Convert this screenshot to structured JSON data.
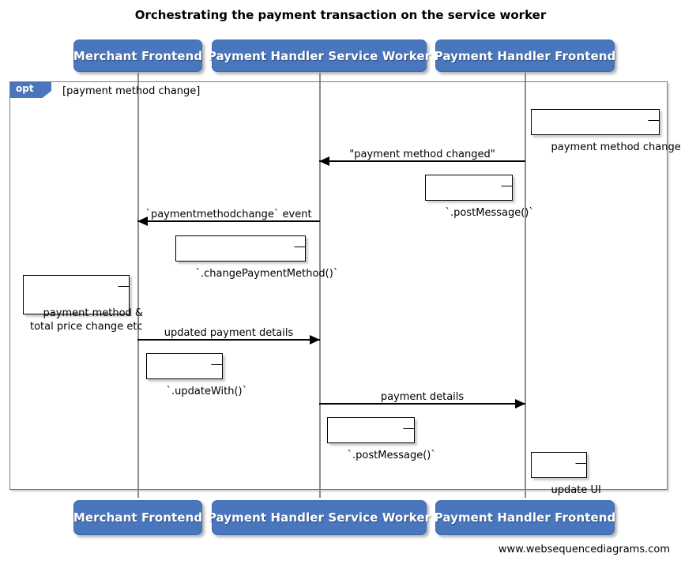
{
  "diagram": {
    "title": "Orchestrating the payment transaction on the service worker",
    "credit": "www.websequencediagrams.com",
    "colors": {
      "participant_fill": "#4a76be",
      "frame_border": "#7b7b7b",
      "lifeline": "#8d8d8d",
      "message": "#000000",
      "note_fill": "#ffffff"
    }
  },
  "participants": [
    {
      "id": "merchant-frontend",
      "label": "Merchant Frontend"
    },
    {
      "id": "payment-handler-service-worker",
      "label": "Payment Handler Service Worker"
    },
    {
      "id": "payment-handler-frontend",
      "label": "Payment Handler Frontend"
    }
  ],
  "fragment": {
    "type": "opt",
    "tag": "opt",
    "guard": "[payment method change]"
  },
  "messages": [
    {
      "id": "payment-method-changed",
      "label": "\"payment method changed\"",
      "from": "payment-handler-frontend",
      "to": "payment-handler-service-worker",
      "direction": "left"
    },
    {
      "id": "paymentmethodchange-event",
      "label": "`paymentmethodchange` event",
      "from": "payment-handler-service-worker",
      "to": "merchant-frontend",
      "direction": "left"
    },
    {
      "id": "updated-payment-details",
      "label": "updated payment details",
      "from": "merchant-frontend",
      "to": "payment-handler-service-worker",
      "direction": "right"
    },
    {
      "id": "payment-details",
      "label": "payment details",
      "from": "payment-handler-service-worker",
      "to": "payment-handler-frontend",
      "direction": "right"
    }
  ],
  "notes": [
    {
      "id": "note-payment-method-changed",
      "text": "payment method changed",
      "on": "payment-handler-frontend"
    },
    {
      "id": "note-post-message-1",
      "text": "`.postMessage()`",
      "on": "payment-handler-frontend"
    },
    {
      "id": "note-change-payment-method",
      "text": "`.changePaymentMethod()`",
      "on": "payment-handler-service-worker"
    },
    {
      "id": "note-payment-method-total-price",
      "text": "payment method &\ntotal price change etc",
      "on": "merchant-frontend"
    },
    {
      "id": "note-update-with",
      "text": "`.updateWith()`",
      "on": "merchant-frontend"
    },
    {
      "id": "note-post-message-2",
      "text": "`.postMessage()`",
      "on": "payment-handler-service-worker"
    },
    {
      "id": "note-update-ui",
      "text": "update UI",
      "on": "payment-handler-frontend"
    }
  ],
  "footer_participants": [
    {
      "id": "merchant-frontend-footer",
      "label": "Merchant Frontend"
    },
    {
      "id": "payment-handler-service-worker-footer",
      "label": "Payment Handler Service Worker"
    },
    {
      "id": "payment-handler-frontend-footer",
      "label": "Payment Handler Frontend"
    }
  ]
}
